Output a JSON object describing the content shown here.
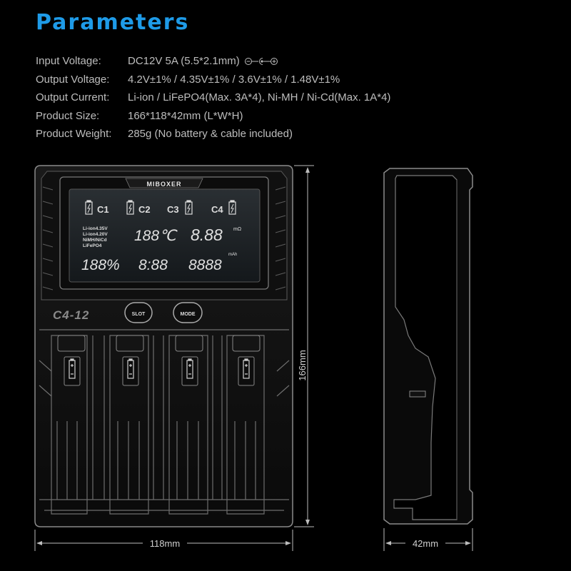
{
  "title": "Parameters",
  "specs": [
    {
      "label": "Input Voltage:",
      "value": "DC12V  5A (5.5*2.1mm)"
    },
    {
      "label": "Output Voltage:",
      "value": "4.2V±1% / 4.35V±1% / 3.6V±1% / 1.48V±1%"
    },
    {
      "label": "Output Current:",
      "value": "Li-ion / LiFePO4(Max. 3A*4), Ni-MH / Ni-Cd(Max. 1A*4)"
    },
    {
      "label": "Product Size:",
      "value": "166*118*42mm (L*W*H)"
    },
    {
      "label": "Product Weight:",
      "value": "285g (No battery & cable included)"
    }
  ],
  "device": {
    "brand": "MIBOXER",
    "model": "C4-12",
    "slot_button": "SLOT",
    "mode_button": "MODE",
    "channels": [
      "C1",
      "C2",
      "C3",
      "C4"
    ],
    "battery_types": [
      "Li-ion4.35V",
      "Li-ion4.20V",
      "NiMH/NiCd",
      "LiFePO4"
    ],
    "lcd_temp": "188℃",
    "lcd_resistance": "8.88",
    "lcd_resistance_unit": "mΩ",
    "lcd_percent": "188%",
    "lcd_time": "8:88",
    "lcd_capacity": "8888",
    "lcd_capacity_unit": "mAh"
  },
  "dimensions": {
    "height": "166mm",
    "width": "118mm",
    "depth": "42mm"
  }
}
